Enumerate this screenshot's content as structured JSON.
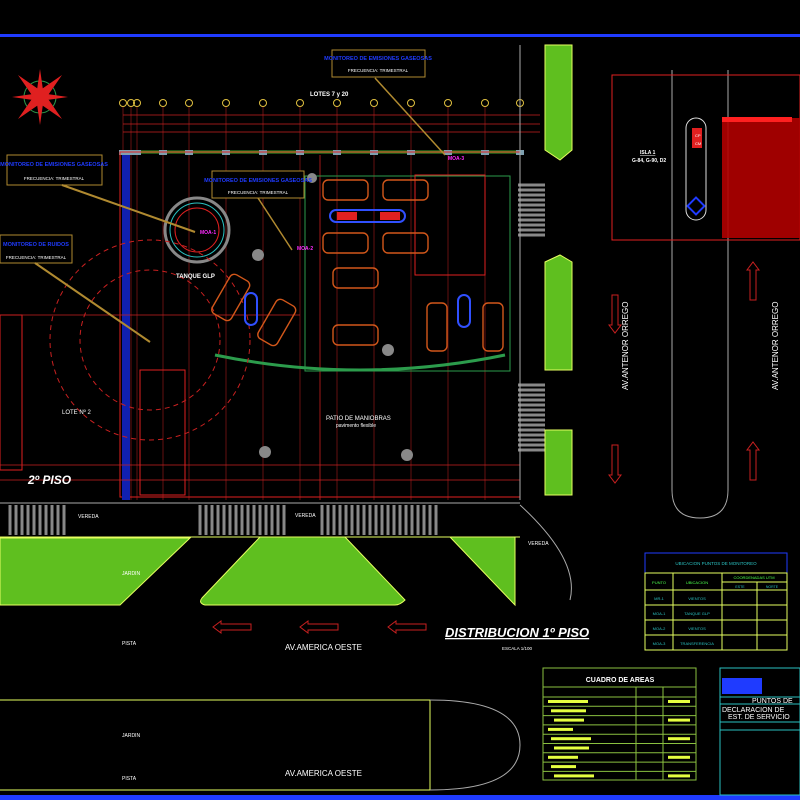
{
  "drawing": {
    "title": "DISTRIBUCION 1º PISO",
    "scale": "ESCALA 1/100",
    "second_floor": "2º PISO",
    "lots": "LOTES 7 y 20",
    "lot2": "LOTE Nº 2",
    "yard": "PATIO DE MANIOBRAS",
    "pavement": "pavimento flexible",
    "tank": "TANQUE GLP",
    "sidewalk": "VEREDA",
    "garden": "JARDIN",
    "road": "PISTA",
    "street_main": "AV.AMERICA OESTE",
    "street_side": "AV.ANTENOR ORREGO",
    "monitor_labels": [
      {
        "title": "MONITOREO DE EMISIONES GASEOSAS",
        "freq": "FRECUENCIA: TRIMESTRAL"
      },
      {
        "title": "MONITOREO DE EMISIONES GASEOSAS",
        "freq": "FRECUENCIA: TRIMESTRAL"
      },
      {
        "title": "MONITOREO DE EMISIONES GASEOSAS",
        "freq": "FRECUENCIA: TRIMESTRAL"
      },
      {
        "title": "MONITOREO DE RUIDOS",
        "freq": "FRECUENCIA: TRIMESTRAL"
      }
    ],
    "points": [
      "MOA-1",
      "MOA-2",
      "MOA-3"
    ],
    "island": {
      "title": "ISLA 1",
      "fuels": "G-84, G-90, D2",
      "cp": "CP",
      "cm": "CM"
    }
  },
  "monitoring_table": {
    "title": "UBICACION PUNTOS DE MONITOREO",
    "headers": [
      "PUNTO",
      "UBICACION",
      "COORDENADAS UTM",
      "ESTE",
      "NORTE"
    ],
    "rows": [
      [
        "MR-1",
        "VIENTOS",
        "",
        ""
      ],
      [
        "MOA-1",
        "TANQUE GLP",
        "",
        ""
      ],
      [
        "MOA-2",
        "VIENTOS",
        "",
        ""
      ],
      [
        "MOA-3",
        "TRANSFERENCIA",
        "",
        ""
      ]
    ]
  },
  "areas_table": {
    "title": "CUADRO DE AREAS"
  },
  "title_block": {
    "line1": "PUNTOS DE",
    "line2": "DECLARACION DE",
    "line3": "EST. DE SERVICIO"
  },
  "colors": {
    "background": "#000000",
    "frame": "#1f3bff",
    "lawn": "#5fbf1f",
    "walls": "#e02020"
  }
}
